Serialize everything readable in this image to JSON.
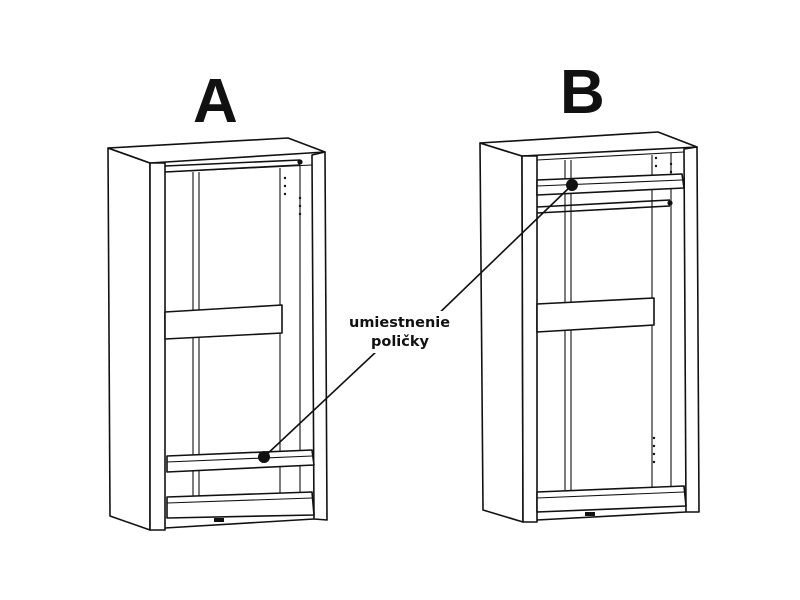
{
  "labels": {
    "wardrobe_a": "A",
    "wardrobe_b": "B"
  },
  "callout": {
    "line1": "umiestnenie",
    "line2": "poličky"
  },
  "colors": {
    "ink": "#111111",
    "background": "#ffffff"
  }
}
